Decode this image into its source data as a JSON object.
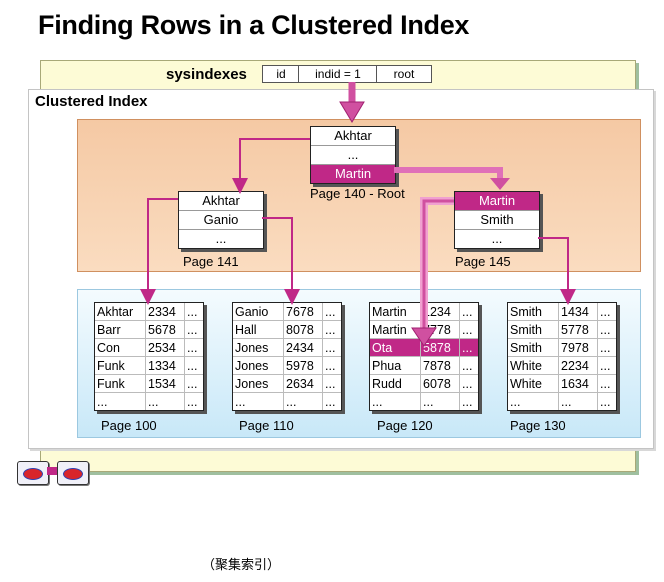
{
  "title": "Finding Rows in a Clustered Index",
  "sysindexes": {
    "label": "sysindexes",
    "columns": [
      "id",
      "indid = 1",
      "root"
    ]
  },
  "clustered_label": "Clustered Index",
  "root_node": {
    "rows": [
      "Akhtar",
      "...",
      "Martin"
    ],
    "highlight_index": 2,
    "caption": "Page 140 - Root"
  },
  "intermediate_nodes": [
    {
      "rows": [
        "Akhtar",
        "Ganio",
        "..."
      ],
      "highlight_index": -1,
      "caption": "Page 141"
    },
    {
      "rows": [
        "Martin",
        "Smith",
        "..."
      ],
      "highlight_index": 0,
      "caption": "Page 145"
    }
  ],
  "leaf_pages": [
    {
      "caption": "Page 100",
      "highlight_index": -1,
      "rows": [
        [
          "Akhtar",
          "2334",
          "..."
        ],
        [
          "Barr",
          "5678",
          "..."
        ],
        [
          "Con",
          "2534",
          "..."
        ],
        [
          "Funk",
          "1334",
          "..."
        ],
        [
          "Funk",
          "1534",
          "..."
        ],
        [
          "...",
          "...",
          "..."
        ]
      ]
    },
    {
      "caption": "Page 110",
      "highlight_index": -1,
      "rows": [
        [
          "Ganio",
          "7678",
          "..."
        ],
        [
          "Hall",
          "8078",
          "..."
        ],
        [
          "Jones",
          "2434",
          "..."
        ],
        [
          "Jones",
          "5978",
          "..."
        ],
        [
          "Jones",
          "2634",
          "..."
        ],
        [
          "...",
          "...",
          "..."
        ]
      ]
    },
    {
      "caption": "Page 120",
      "highlight_index": 2,
      "rows": [
        [
          "Martin",
          "1234",
          "..."
        ],
        [
          "Martin",
          "7778",
          "..."
        ],
        [
          "Ota",
          "5878",
          "..."
        ],
        [
          "Phua",
          "7878",
          "..."
        ],
        [
          "Rudd",
          "6078",
          "..."
        ],
        [
          "...",
          "...",
          "..."
        ]
      ]
    },
    {
      "caption": "Page 130",
      "highlight_index": -1,
      "rows": [
        [
          "Smith",
          "1434",
          "..."
        ],
        [
          "Smith",
          "5778",
          "..."
        ],
        [
          "Smith",
          "7978",
          "..."
        ],
        [
          "White",
          "2234",
          "..."
        ],
        [
          "White",
          "1634",
          "..."
        ],
        [
          "...",
          "...",
          "..."
        ]
      ]
    }
  ],
  "footer_note": "（聚集索引）",
  "colors": {
    "highlight": "#c02887",
    "arrow": "#c02887",
    "arrow_light": "#f0a0d0"
  },
  "nav_icons": [
    "back-arrow-icon",
    "forward-arrow-icon"
  ]
}
